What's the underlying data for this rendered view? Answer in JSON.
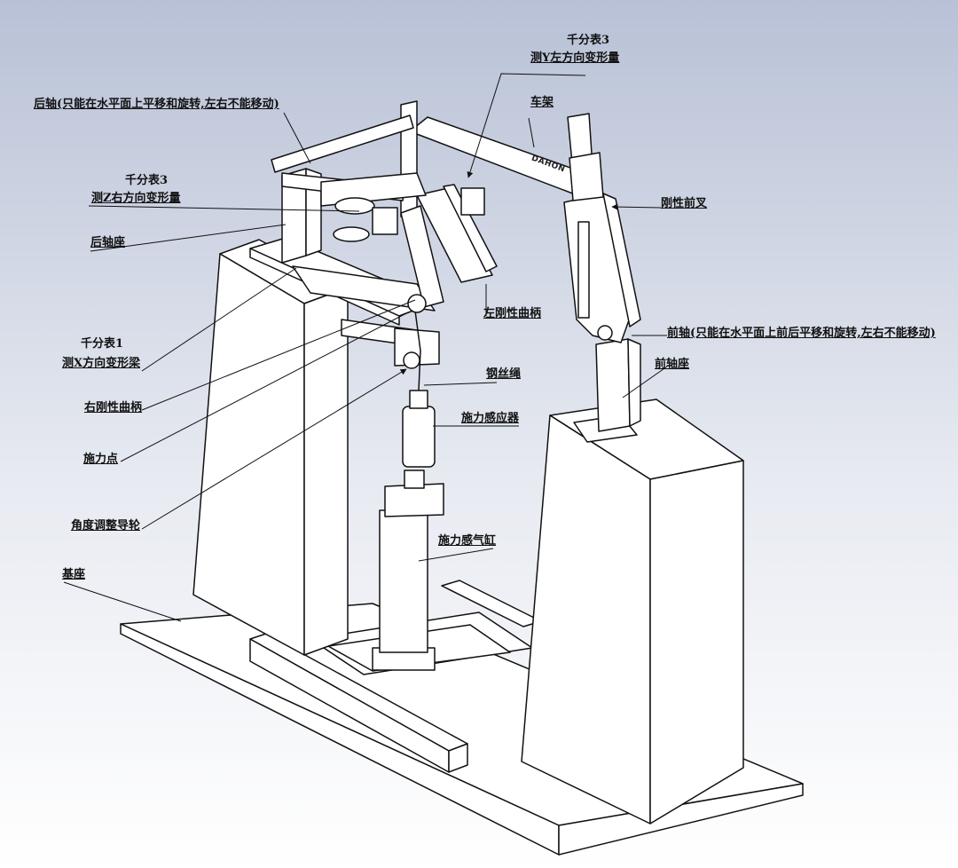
{
  "background": {
    "top": "#b8c1d6",
    "bottom": "#ffffff"
  },
  "frame_logo": "DAHON",
  "labels": {
    "dial_y_title": "千分表3",
    "dial_y_sub": "测Y左方向变形量",
    "rear_axle": "后轴(只能在水平面上平移和旋转,左右不能移动)",
    "frame": "车架",
    "dial_z_title": "千分表3",
    "dial_z_sub": "测Z右方向变形量",
    "rigid_fork": "刚性前叉",
    "rear_seat": "后轴座",
    "left_crank": "左刚性曲柄",
    "front_axle": "前轴(只能在水平面上前后平移和旋转,左右不能移动)",
    "dial_x_title": "千分表1",
    "dial_x_sub": "测X方向变形梁",
    "front_seat": "前轴座",
    "wire_rope": "钢丝绳",
    "right_crank": "右刚性曲柄",
    "sensor": "施力感应器",
    "force_point": "施力点",
    "guide_wheel": "角度调整导轮",
    "cylinder": "施力感气缸",
    "base": "基座"
  }
}
